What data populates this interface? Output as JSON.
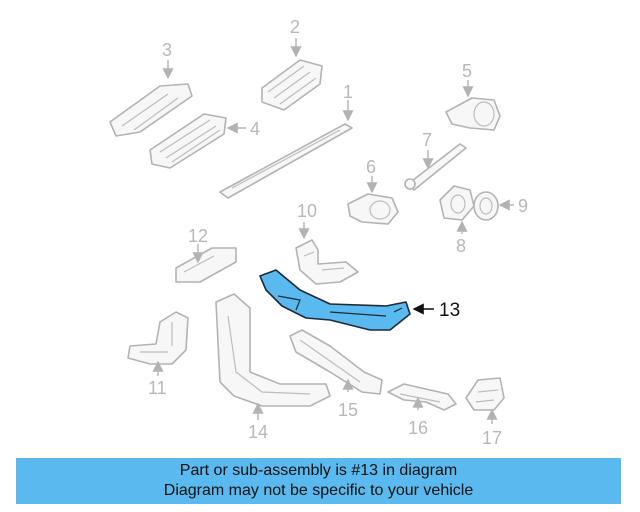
{
  "diagram": {
    "callouts": {
      "c1": "1",
      "c2": "2",
      "c3": "3",
      "c4": "4",
      "c5": "5",
      "c6": "6",
      "c7": "7",
      "c8": "8",
      "c9": "9",
      "c10": "10",
      "c11": "11",
      "c12": "12",
      "c13": "13",
      "c14": "14",
      "c15": "15",
      "c16": "16",
      "c17": "17"
    },
    "highlighted_part": "13",
    "colors": {
      "highlight": "#5ab9ee",
      "part_outline": "#b3b3b3",
      "callout_text": "#b8b8b8",
      "banner": "#5ab9ee"
    }
  },
  "banner": {
    "line1": "Part or sub-assembly is #13 in diagram",
    "line2": "Diagram may not be specific to your vehicle"
  }
}
